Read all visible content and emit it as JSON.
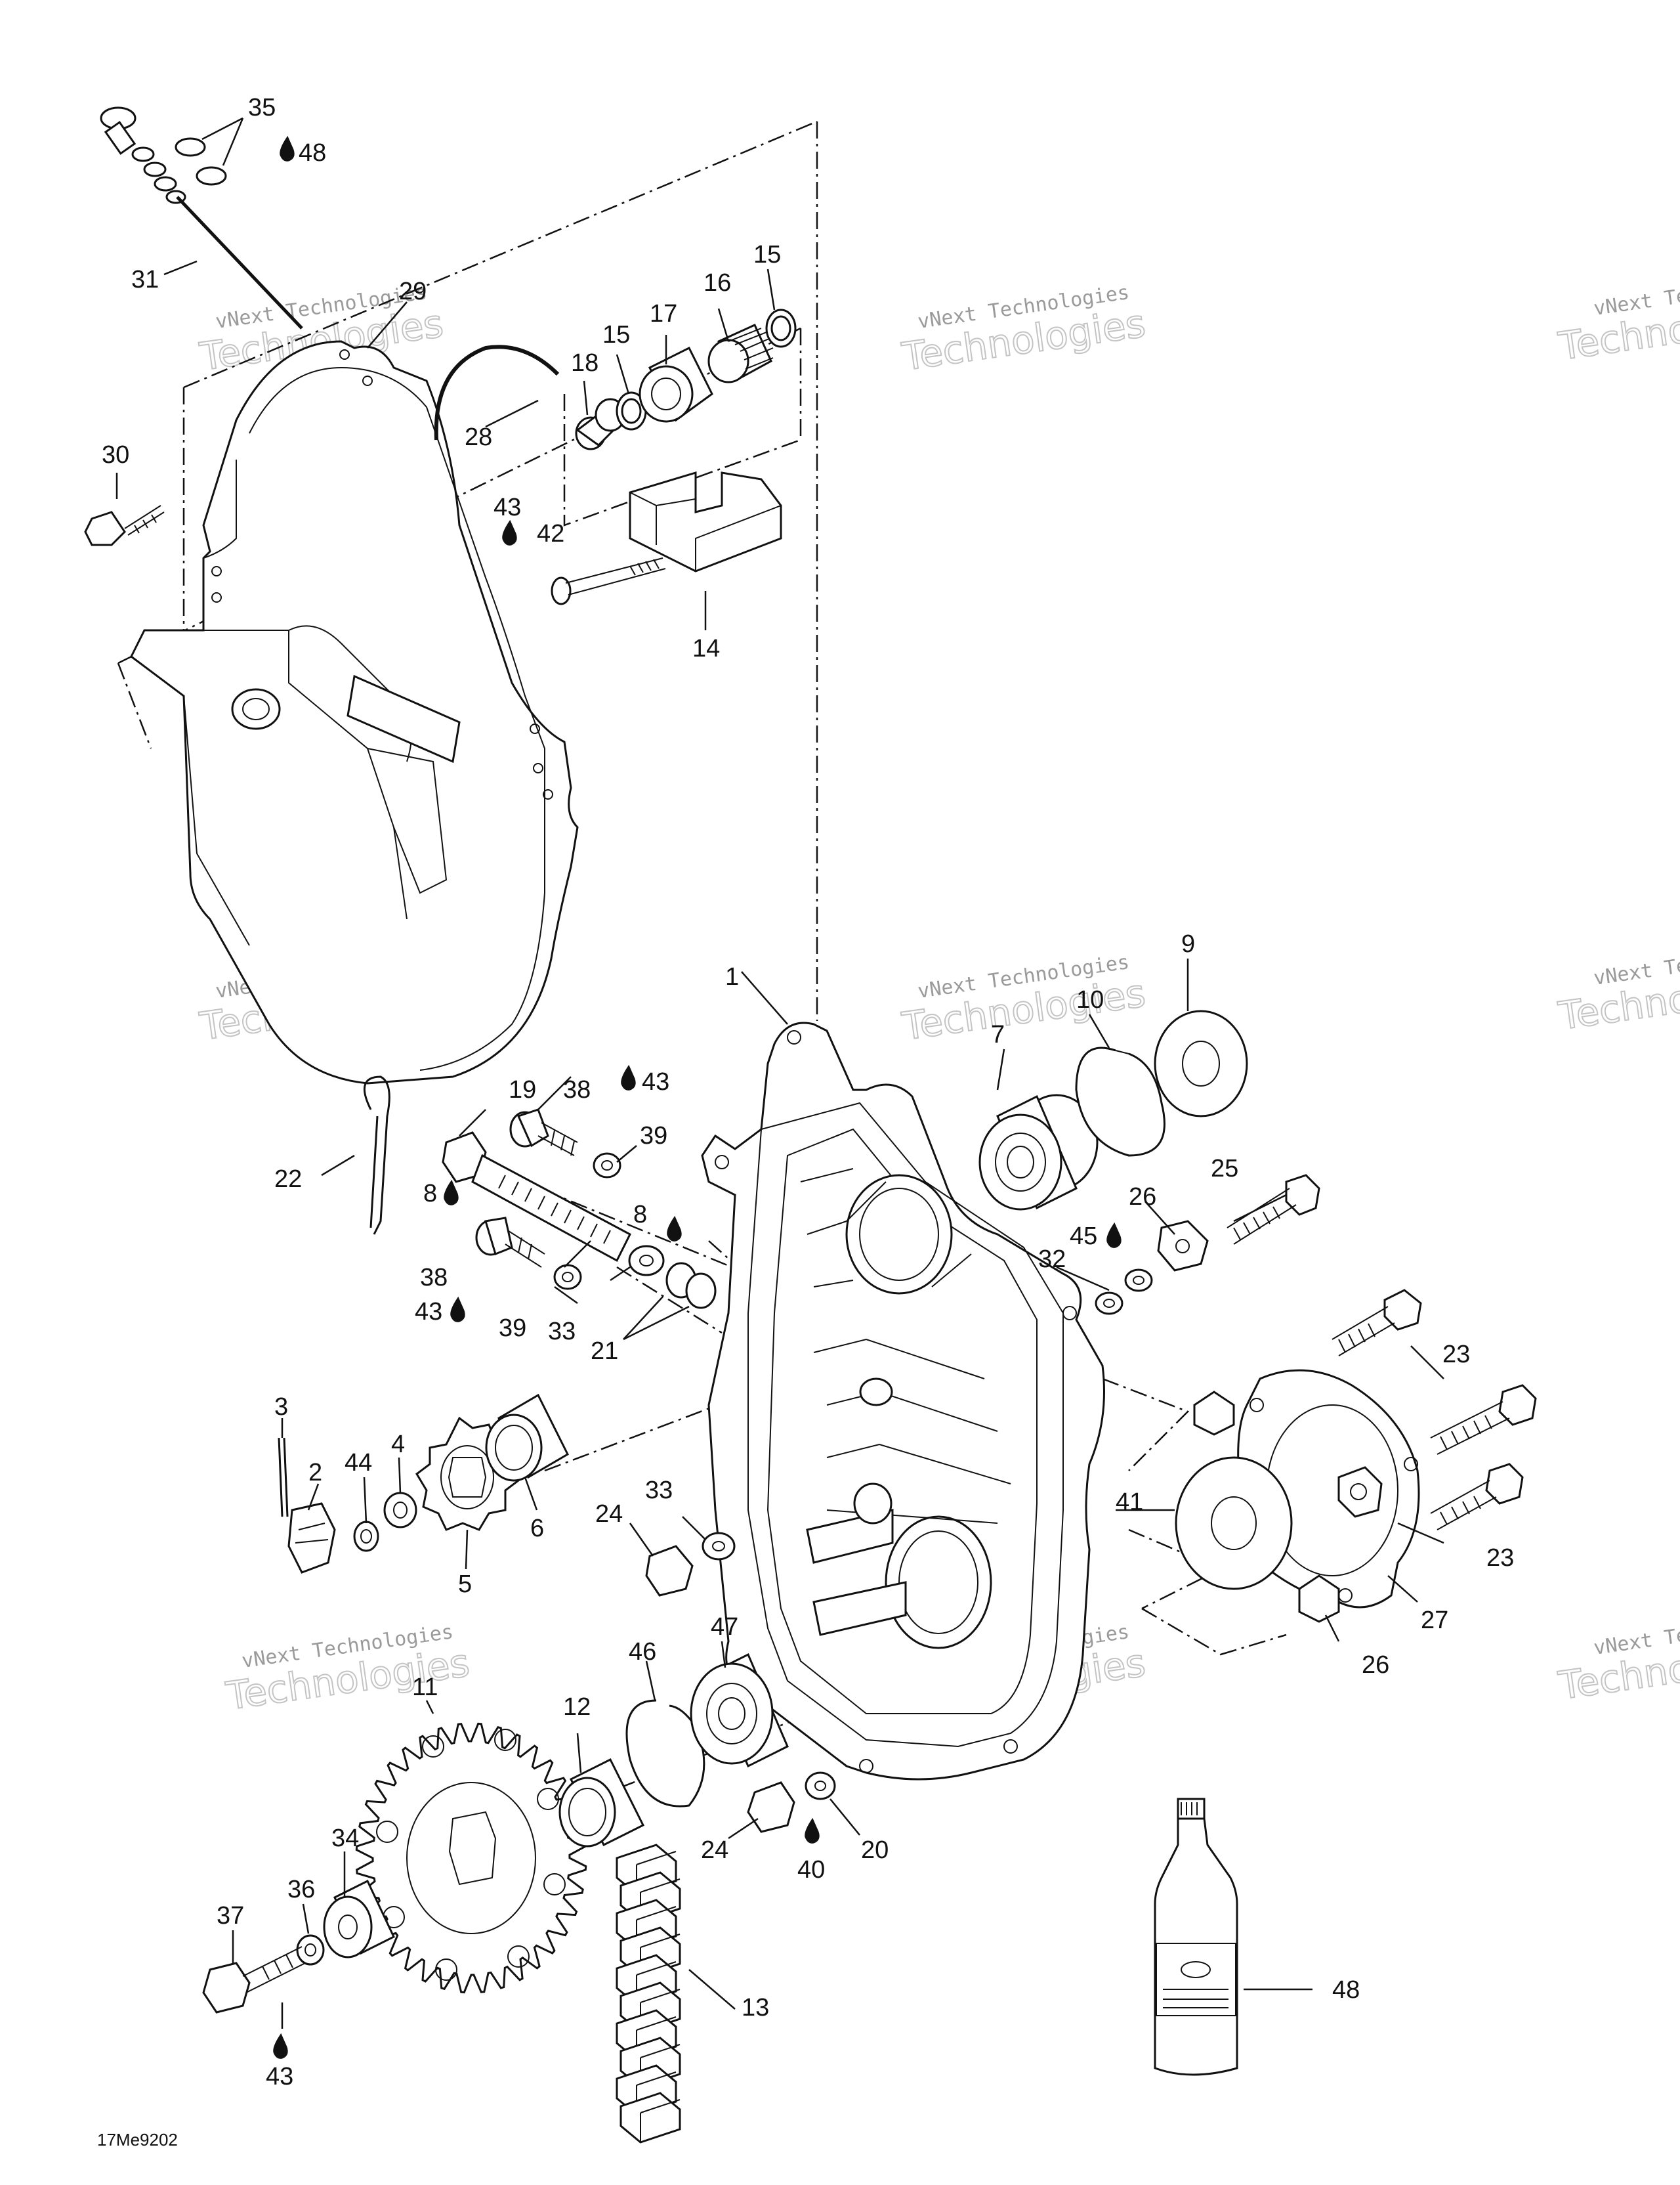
{
  "diagram": {
    "drawing_code": "17Me9202",
    "watermark": {
      "line1": "vNext Technologies",
      "line2": "Technologies"
    },
    "callouts": [
      {
        "id": "c1",
        "label": "1"
      },
      {
        "id": "c2",
        "label": "2"
      },
      {
        "id": "c3",
        "label": "3"
      },
      {
        "id": "c4",
        "label": "4"
      },
      {
        "id": "c5",
        "label": "5"
      },
      {
        "id": "c6",
        "label": "6"
      },
      {
        "id": "c7",
        "label": "7"
      },
      {
        "id": "c8a",
        "label": "8"
      },
      {
        "id": "c8b",
        "label": "8"
      },
      {
        "id": "c9",
        "label": "9"
      },
      {
        "id": "c10",
        "label": "10"
      },
      {
        "id": "c11",
        "label": "11"
      },
      {
        "id": "c12",
        "label": "12"
      },
      {
        "id": "c13",
        "label": "13"
      },
      {
        "id": "c14",
        "label": "14"
      },
      {
        "id": "c15a",
        "label": "15"
      },
      {
        "id": "c15b",
        "label": "15"
      },
      {
        "id": "c16",
        "label": "16"
      },
      {
        "id": "c17",
        "label": "17"
      },
      {
        "id": "c18",
        "label": "18"
      },
      {
        "id": "c19",
        "label": "19"
      },
      {
        "id": "c20",
        "label": "20"
      },
      {
        "id": "c21",
        "label": "21"
      },
      {
        "id": "c22",
        "label": "22"
      },
      {
        "id": "c23a",
        "label": "23"
      },
      {
        "id": "c23b",
        "label": "23"
      },
      {
        "id": "c24a",
        "label": "24"
      },
      {
        "id": "c24b",
        "label": "24"
      },
      {
        "id": "c25",
        "label": "25"
      },
      {
        "id": "c26a",
        "label": "26"
      },
      {
        "id": "c26b",
        "label": "26"
      },
      {
        "id": "c27",
        "label": "27"
      },
      {
        "id": "c28",
        "label": "28"
      },
      {
        "id": "c29",
        "label": "29"
      },
      {
        "id": "c30",
        "label": "30"
      },
      {
        "id": "c31",
        "label": "31"
      },
      {
        "id": "c32",
        "label": "32"
      },
      {
        "id": "c33a",
        "label": "33"
      },
      {
        "id": "c33b",
        "label": "33"
      },
      {
        "id": "c34",
        "label": "34"
      },
      {
        "id": "c35",
        "label": "35"
      },
      {
        "id": "c36",
        "label": "36"
      },
      {
        "id": "c37",
        "label": "37"
      },
      {
        "id": "c38a",
        "label": "38"
      },
      {
        "id": "c38b",
        "label": "38"
      },
      {
        "id": "c39a",
        "label": "39"
      },
      {
        "id": "c39b",
        "label": "39"
      },
      {
        "id": "c40",
        "label": "40"
      },
      {
        "id": "c41",
        "label": "41"
      },
      {
        "id": "c42",
        "label": "42"
      },
      {
        "id": "c43a",
        "label": "43"
      },
      {
        "id": "c43b",
        "label": "43"
      },
      {
        "id": "c43c",
        "label": "43"
      },
      {
        "id": "c43d",
        "label": "43"
      },
      {
        "id": "c44",
        "label": "44"
      },
      {
        "id": "c45",
        "label": "45"
      },
      {
        "id": "c46",
        "label": "46"
      },
      {
        "id": "c47",
        "label": "47"
      },
      {
        "id": "c48a",
        "label": "48"
      },
      {
        "id": "c48b",
        "label": "48"
      }
    ]
  }
}
